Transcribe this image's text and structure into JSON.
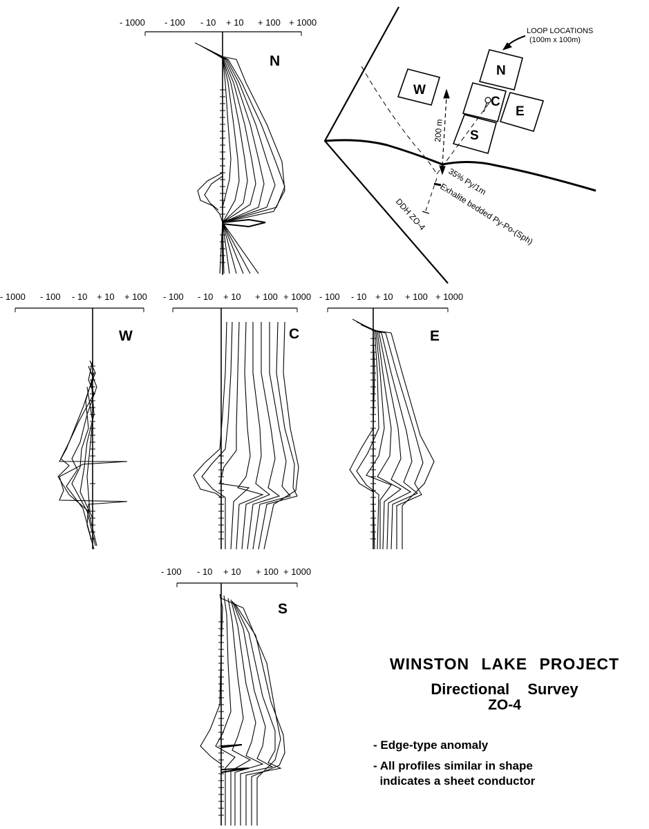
{
  "title": {
    "project": "WINSTON LAKE PROJECT",
    "survey": "Directional Survey",
    "hole": "ZO-4"
  },
  "notes": [
    "- Edge-type anomaly",
    "- All profiles similar in shape\n  indicates a sheet conductor"
  ],
  "location_map": {
    "legend_label": "LOOP LOCATIONS",
    "legend_sub": "(100m x 100m)",
    "distance_label": "200 m",
    "intercept_label": "35% Py/1m",
    "unit_label": "Exhalite bedded Py-Po-(Sph)",
    "hole_label": "DDH ZO-4",
    "loops": [
      "N",
      "W",
      "C",
      "E",
      "S"
    ]
  },
  "profiles": [
    {
      "name": "N",
      "ticks": [
        "- 1000",
        "- 100",
        "- 10",
        "+ 10",
        "+ 100",
        "+ 1000"
      ]
    },
    {
      "name": "W",
      "ticks": [
        "- 1000",
        "- 100",
        "- 10",
        "+ 10",
        "+ 100"
      ]
    },
    {
      "name": "C",
      "ticks": [
        "- 100",
        "- 10",
        "+ 10",
        "+ 100",
        "+ 1000"
      ]
    },
    {
      "name": "E",
      "ticks": [
        "- 100",
        "- 10",
        "+ 10",
        "+ 100",
        "+ 1000"
      ]
    },
    {
      "name": "S",
      "ticks": [
        "- 100",
        "- 10",
        "+ 10",
        "+ 100",
        "+ 1000"
      ]
    }
  ]
}
